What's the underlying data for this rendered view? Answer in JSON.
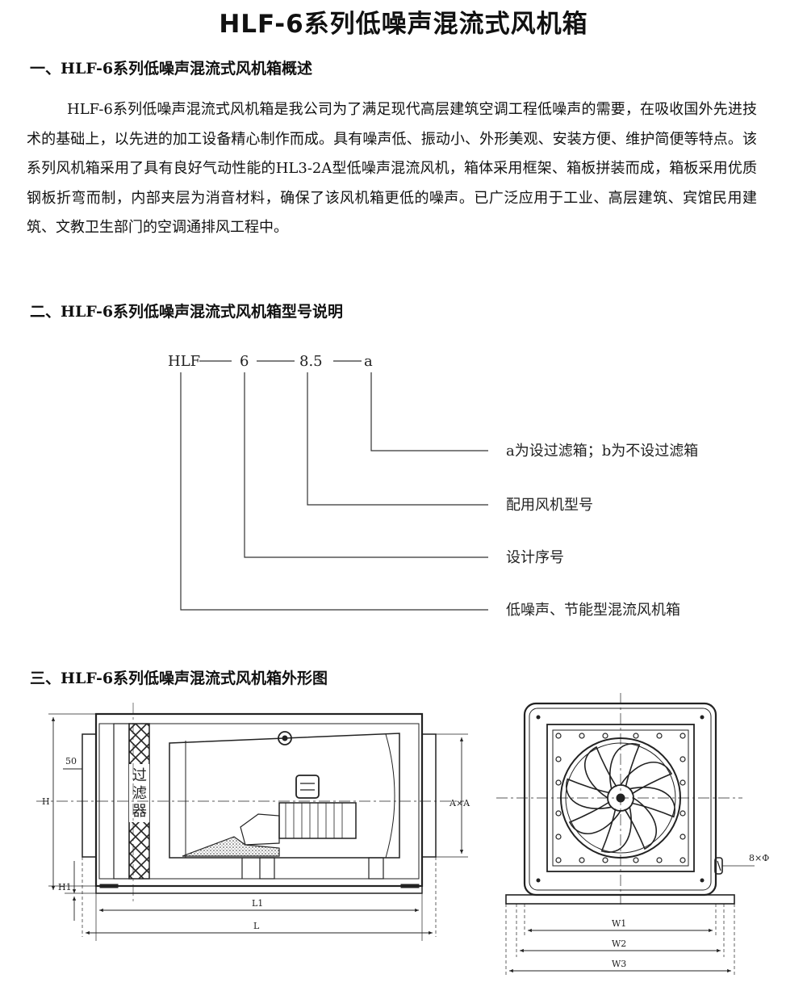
{
  "page_title": "HLF-6系列低噪声混流式风机箱",
  "section1": {
    "heading": "一、HLF-6系列低噪声混流式风机箱概述",
    "body": "HLF-6系列低噪声混流式风机箱是我公司为了满足现代高层建筑空调工程低噪声的需要，在吸收国外先进技术的基础上，以先进的加工设备精心制作而成。具有噪声低、振动小、外形美观、安装方便、维护简便等特点。该系列风机箱采用了具有良好气动性能的HL3-2A型低噪声混流风机，箱体采用框架、箱板拼装而成，箱板采用优质钢板折弯而制，内部夹层为消音材料，确保了该风机箱更低的噪声。已广泛应用于工业、高层建筑、宾馆民用建筑、文教卫生部门的空调通排风工程中。"
  },
  "section2": {
    "heading": "二、HLF-6系列低噪声混流式风机箱型号说明",
    "code_parts": [
      "HLF",
      "6",
      "8.5",
      "a"
    ],
    "explanations": [
      "a为设过滤箱；b为不设过滤箱",
      "配用风机型号",
      "设计序号",
      "低噪声、节能型混流风机箱"
    ]
  },
  "section3": {
    "heading": "三、HLF-6系列低噪声混流式风机箱外形图",
    "side_view": {
      "filter_label": [
        "过",
        "滤",
        "器"
      ],
      "dim_50": "50",
      "dim_H": "H",
      "dim_H1": "H1",
      "dim_AxA": "A×A",
      "dim_L1": "L1",
      "dim_L": "L"
    },
    "front_view": {
      "dim_holes": "8×Φ",
      "dim_W1": "W1",
      "dim_W2": "W2",
      "dim_W3": "W3"
    }
  }
}
